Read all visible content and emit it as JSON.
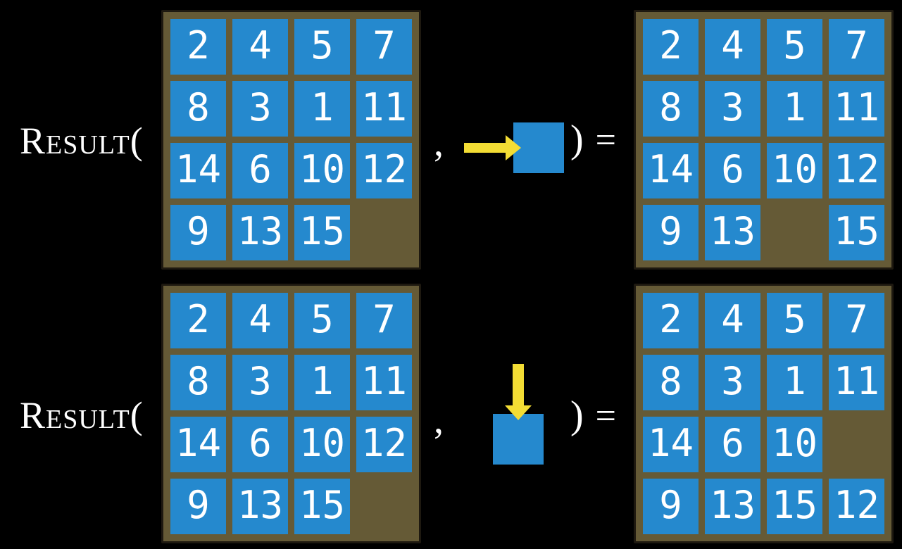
{
  "colors": {
    "tile_blue": "#2589CE",
    "board_bg": "#655A36",
    "board_border": "#1E1910",
    "arrow_yellow": "#F3DD34",
    "text": "#FFFFFF",
    "page_bg": "#000000"
  },
  "equations": [
    {
      "function_label": "Result(",
      "comma": ",",
      "close_paren": ")",
      "equals_sign": "=",
      "action": {
        "arrow_direction": "right"
      },
      "before": [
        [
          "2",
          "4",
          "5",
          "7"
        ],
        [
          "8",
          "3",
          "1",
          "11"
        ],
        [
          "14",
          "6",
          "10",
          "12"
        ],
        [
          "9",
          "13",
          "15",
          ""
        ]
      ],
      "after": [
        [
          "2",
          "4",
          "5",
          "7"
        ],
        [
          "8",
          "3",
          "1",
          "11"
        ],
        [
          "14",
          "6",
          "10",
          "12"
        ],
        [
          "9",
          "13",
          "",
          "15"
        ]
      ]
    },
    {
      "function_label": "Result(",
      "comma": ",",
      "close_paren": ")",
      "equals_sign": "=",
      "action": {
        "arrow_direction": "down"
      },
      "before": [
        [
          "2",
          "4",
          "5",
          "7"
        ],
        [
          "8",
          "3",
          "1",
          "11"
        ],
        [
          "14",
          "6",
          "10",
          "12"
        ],
        [
          "9",
          "13",
          "15",
          ""
        ]
      ],
      "after": [
        [
          "2",
          "4",
          "5",
          "7"
        ],
        [
          "8",
          "3",
          "1",
          "11"
        ],
        [
          "14",
          "6",
          "10",
          ""
        ],
        [
          "9",
          "13",
          "15",
          "12"
        ]
      ]
    }
  ]
}
